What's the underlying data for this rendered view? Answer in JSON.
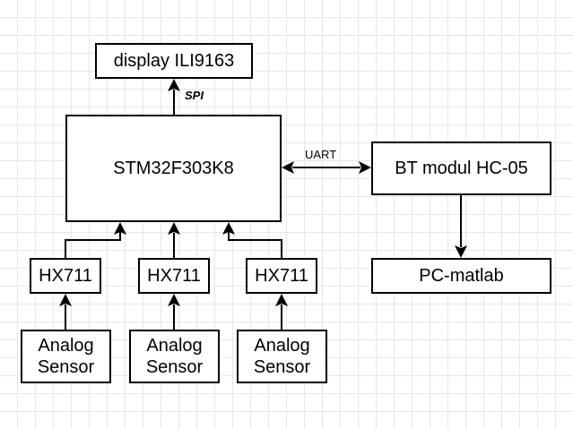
{
  "diagram": {
    "nodes": {
      "display": "display ILI9163",
      "mcu": "STM32F303K8",
      "bt": "BT modul HC-05",
      "pc": "PC-matlab",
      "hx1": "HX711",
      "hx2": "HX711",
      "hx3": "HX711",
      "sensor1": "Analog\nSensor",
      "sensor2": "Analog\nSensor",
      "sensor3": "Analog\nSensor"
    },
    "edge_labels": {
      "spi": "SPI",
      "uart": "UART"
    }
  }
}
